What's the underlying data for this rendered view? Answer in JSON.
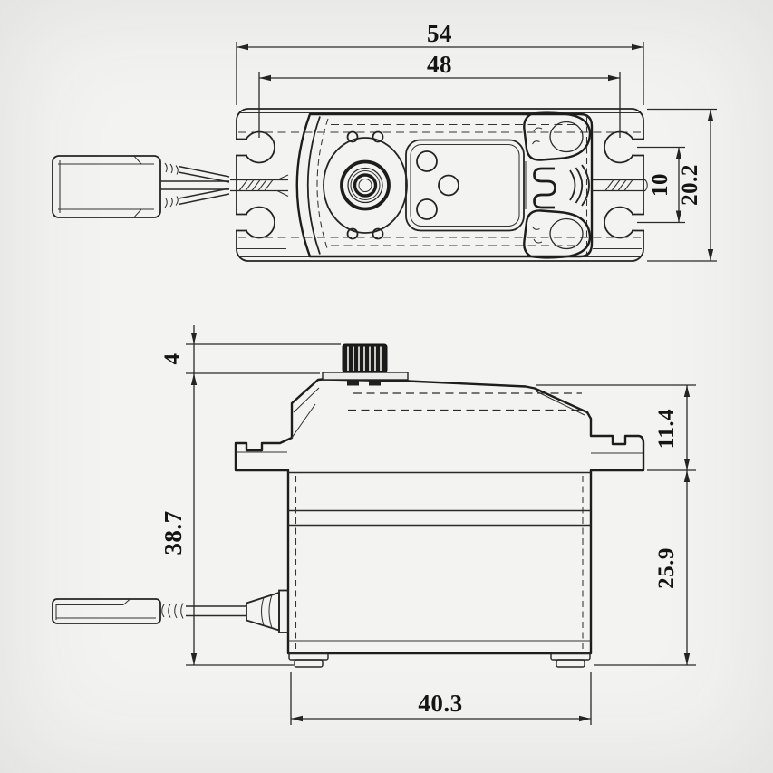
{
  "colors": {
    "background": "#f3f3f1",
    "line": "#242424",
    "shaft_fill": "#1b1b1b"
  },
  "top_view": {
    "dimensions": {
      "overall_length": "54",
      "mount_hole_spacing": "48",
      "overall_width": "20.2",
      "slot_pair_spacing": "10"
    }
  },
  "side_view": {
    "dimensions": {
      "shaft_height": "4",
      "overall_height": "38.7",
      "top_to_flange": "11.4",
      "flange_to_bottom": "25.9",
      "case_length": "40.3"
    }
  }
}
